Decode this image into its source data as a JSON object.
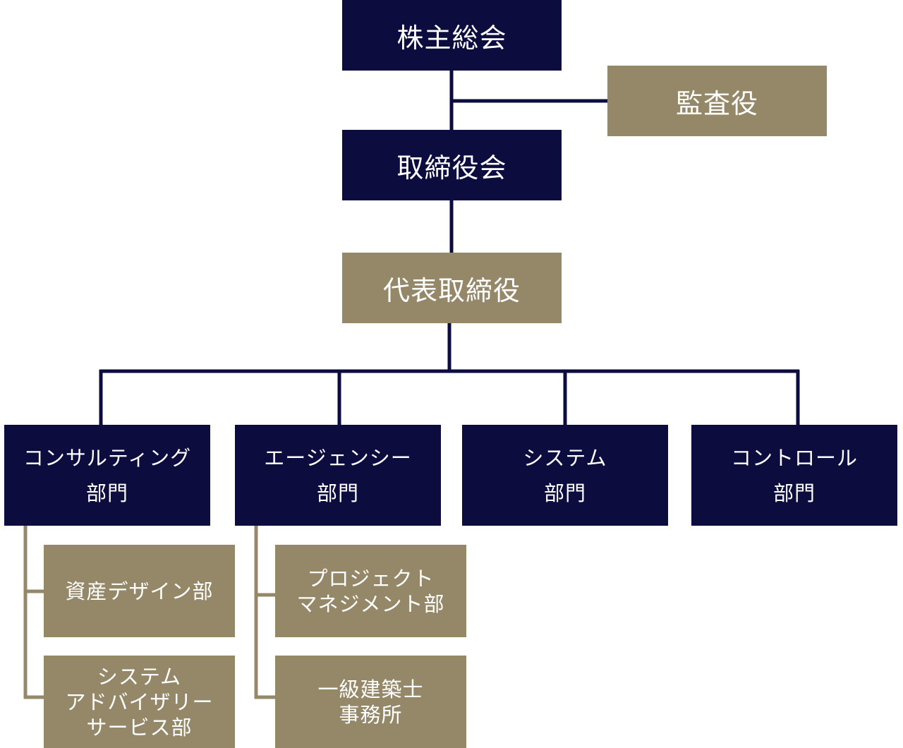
{
  "org_chart": {
    "shareholders": "株主総会",
    "auditor": "監査役",
    "board": "取締役会",
    "ceo": "代表取締役",
    "departments": [
      {
        "line1": "コンサルティング",
        "line2": "部門",
        "subunits": [
          {
            "lines": [
              "資産デザイン部"
            ]
          },
          {
            "lines": [
              "システム",
              "アドバイザリー",
              "サービス部"
            ]
          }
        ]
      },
      {
        "line1": "エージェンシー",
        "line2": "部門",
        "subunits": [
          {
            "lines": [
              "プロジェクト",
              "マネジメント部"
            ]
          },
          {
            "lines": [
              "一級建築士",
              "事務所"
            ]
          }
        ]
      },
      {
        "line1": "システム",
        "line2": "部門",
        "subunits": []
      },
      {
        "line1": "コントロール",
        "line2": "部門",
        "subunits": []
      }
    ]
  },
  "colors": {
    "navy": "#0d0c3e",
    "gold": "#958869",
    "text": "#ffffff"
  }
}
